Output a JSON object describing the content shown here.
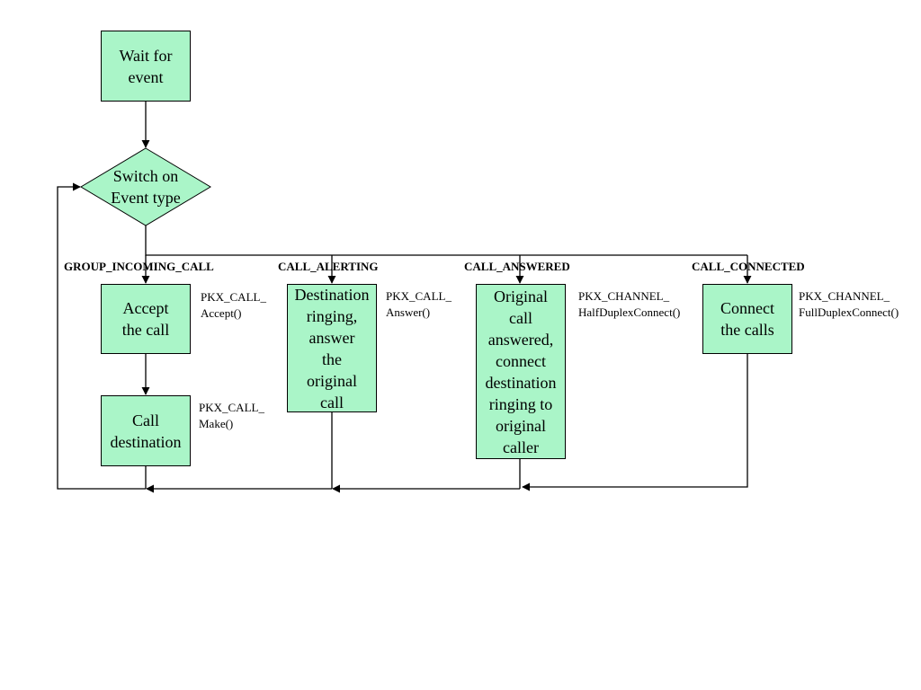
{
  "colors": {
    "node_fill": "#aaf5c8",
    "stroke": "#000000"
  },
  "nodes": {
    "wait": "Wait for\nevent",
    "switch": "Switch on\nEvent type",
    "accept": "Accept\nthe call",
    "call_destination": "Call\ndestination",
    "dest_ringing": "Destination\nringing,\nanswer\nthe\noriginal\ncall",
    "original_answered": "Original\ncall\nanswered,\nconnect\ndestination\nringing to\noriginal\ncaller",
    "connect_calls": "Connect\nthe calls"
  },
  "edge_labels": {
    "group_incoming": "GROUP_INCOMING_CALL",
    "alerting": "CALL_ALERTING",
    "answered": "CALL_ANSWERED",
    "connected": "CALL_CONNECTED"
  },
  "api_labels": {
    "accept": "PKX_CALL_\nAccept()",
    "make": "PKX_CALL_\nMake()",
    "answer": "PKX_CALL_\nAnswer()",
    "half_duplex": "PKX_CHANNEL_\nHalfDuplexConnect()",
    "full_duplex": "PKX_CHANNEL_\nFullDuplexConnect()"
  }
}
